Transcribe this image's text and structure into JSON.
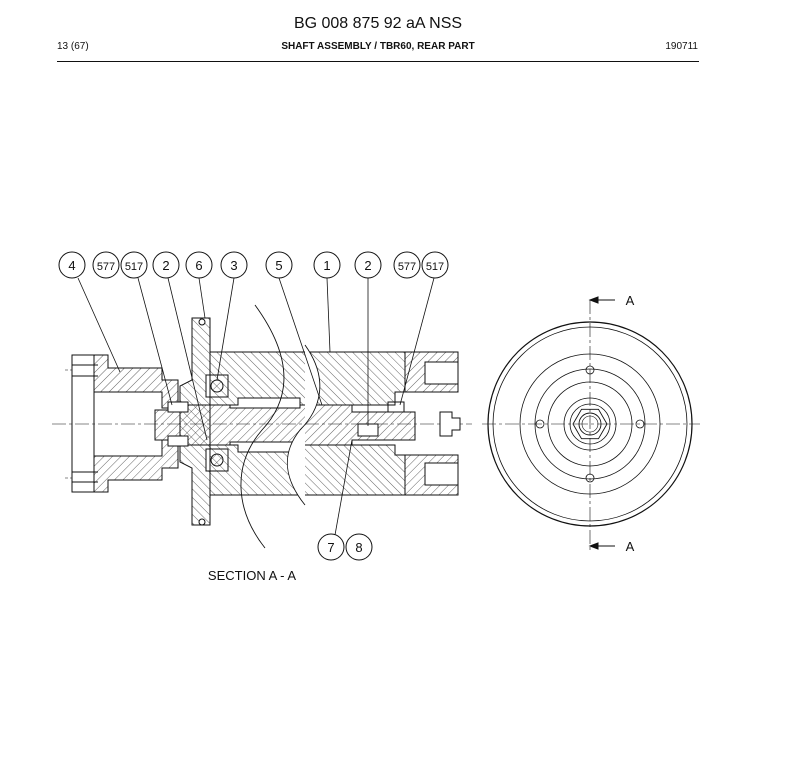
{
  "document": {
    "title": "BG 008 875 92 aA NSS",
    "page": "13 (67)",
    "heading": "SHAFT ASSEMBLY / TBR60, REAR PART",
    "code": "190711"
  },
  "drawing": {
    "section_label": "SECTION A - A",
    "section_marker": "A",
    "balloons_top": [
      "4",
      "577",
      "517",
      "2",
      "6",
      "3",
      "5",
      "1",
      "2",
      "577",
      "517"
    ],
    "balloons_bottom": [
      "7",
      "8"
    ]
  }
}
